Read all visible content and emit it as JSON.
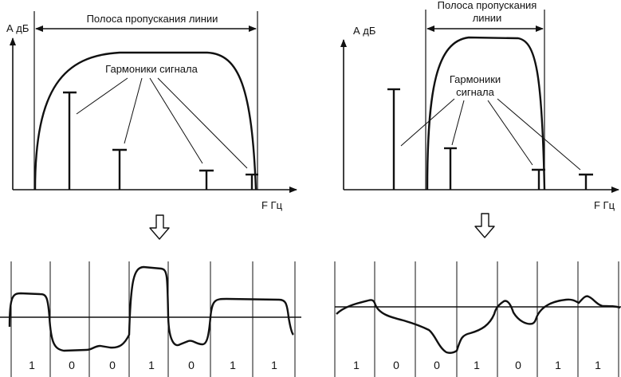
{
  "left_panel": {
    "bandwidth_label": "Полоса пропускания линии",
    "y_axis_label": "А дБ",
    "x_axis_label": "F Гц",
    "harmonics_label_line1": "Гармоники сигнала",
    "harmonics_label_line2": "",
    "bits": [
      "1",
      "0",
      "0",
      "1",
      "0",
      "1",
      "1"
    ]
  },
  "right_panel": {
    "bandwidth_label_line1": "Полоса пропускания",
    "bandwidth_label_line2": "линии",
    "y_axis_label": "А дБ",
    "x_axis_label": "F Гц",
    "harmonics_label_line1": "Гармоники",
    "harmonics_label_line2": "сигнала",
    "bits": [
      "1",
      "0",
      "0",
      "1",
      "0",
      "1",
      "1"
    ]
  },
  "colors": {
    "ink": "#111111",
    "background": "#ffffff"
  },
  "icons": {
    "transition_arrow": "down-arrow-icon"
  }
}
